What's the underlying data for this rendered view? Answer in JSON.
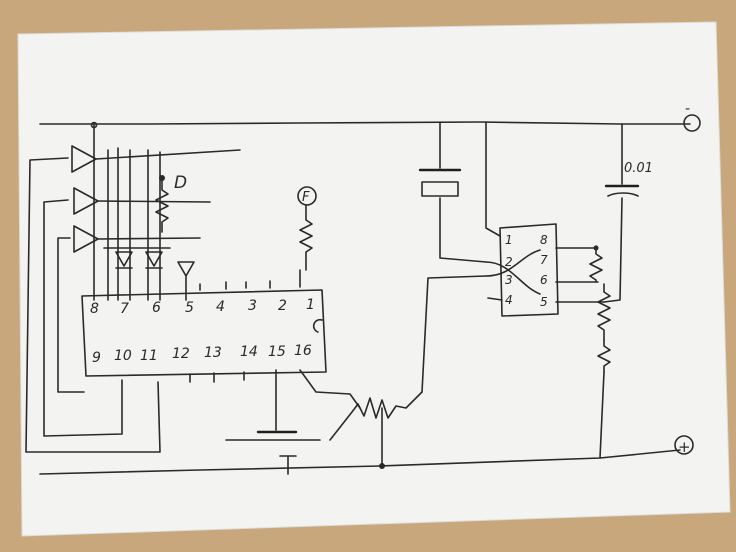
{
  "colors": {
    "desk": "#c9a77c",
    "paper": "#f3f3f1",
    "ink": "#2a2a2a"
  },
  "diagram": {
    "chip_main": {
      "top_pins": [
        "8",
        "7",
        "6",
        "5",
        "4",
        "3",
        "2",
        "1"
      ],
      "bottom_pins": [
        "9",
        "10",
        "11",
        "12",
        "13",
        "14",
        "15",
        "16"
      ]
    },
    "chip_small": {
      "left_pins": [
        "1",
        "2",
        "3",
        "4"
      ],
      "right_pins": [
        "8",
        "7",
        "6",
        "5"
      ]
    },
    "labels": {
      "d_label": "D",
      "f_label": "F",
      "capacitor_value": "0.01",
      "supply_minus": "-",
      "supply_plus": "+"
    }
  }
}
